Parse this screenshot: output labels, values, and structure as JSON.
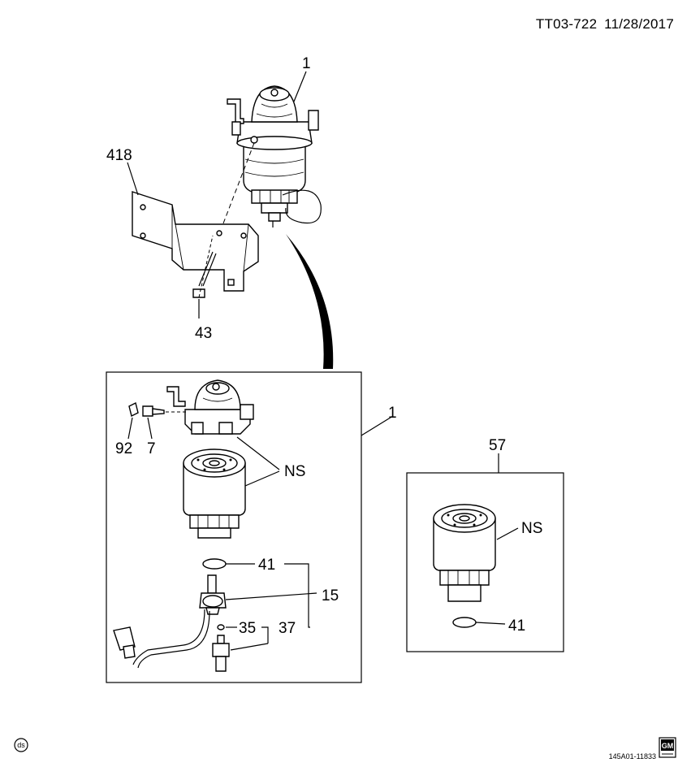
{
  "header": {
    "doc_id": "TT03-722",
    "date": "11/28/2017"
  },
  "callouts": {
    "assembly_top": "1",
    "bracket": "418",
    "bolt": "43",
    "assembly_box": "1",
    "plug": "92",
    "bleed_screw": "7",
    "not_serviced": "NS",
    "o_ring": "41",
    "sensor": "15",
    "small_o_ring": "35",
    "sensor_kit": "37",
    "filter_kit": "57",
    "filter_ns": "NS",
    "filter_o_ring": "41"
  },
  "footer": {
    "ds_logo": "ds",
    "ref_code": "145A01-11833",
    "brand_logo": "GM"
  }
}
